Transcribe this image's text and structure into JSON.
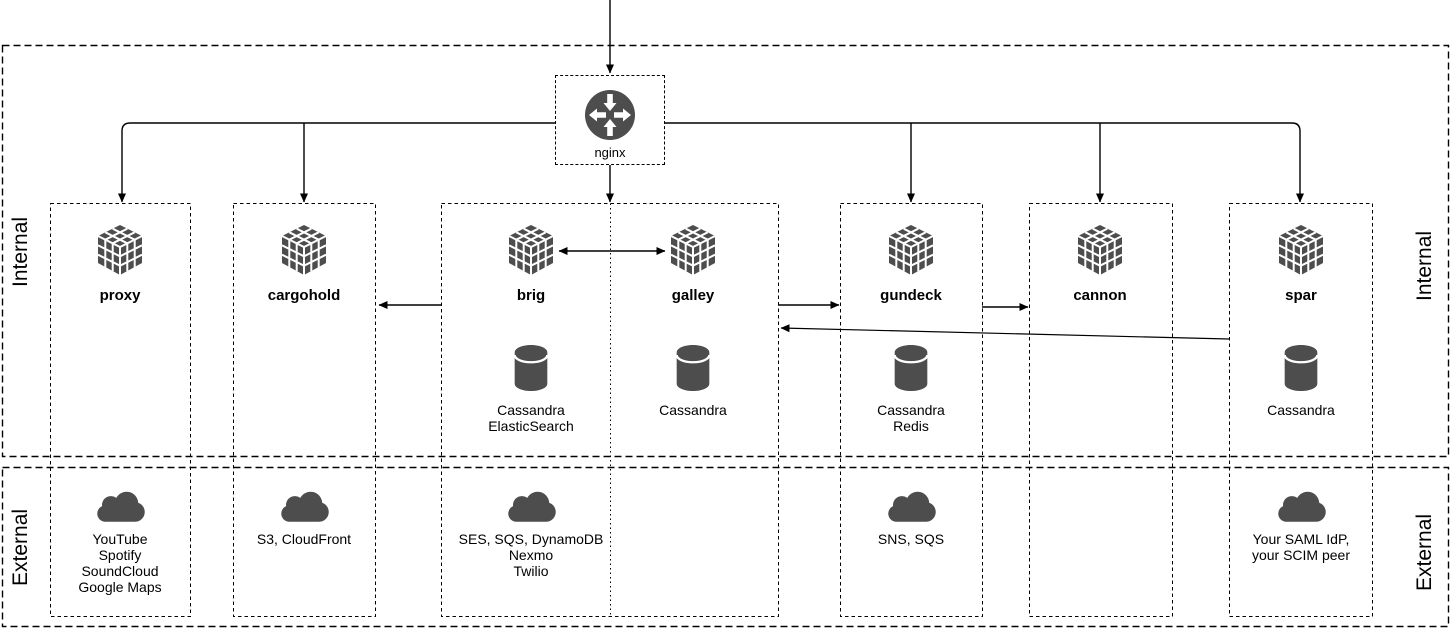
{
  "zones": {
    "internal_label": "Internal",
    "external_label": "External"
  },
  "router": {
    "label": "nginx"
  },
  "services": [
    {
      "name": "proxy",
      "datastores": "",
      "external_deps": "YouTube\nSpotify\nSoundCloud\nGoogle Maps"
    },
    {
      "name": "cargohold",
      "datastores": "",
      "external_deps": "S3, CloudFront"
    },
    {
      "name": "brig",
      "datastores": "Cassandra\nElasticSearch",
      "external_deps": "SES, SQS, DynamoDB\nNexmo\nTwilio"
    },
    {
      "name": "galley",
      "datastores": "Cassandra",
      "external_deps": ""
    },
    {
      "name": "gundeck",
      "datastores": "Cassandra\nRedis",
      "external_deps": "SNS, SQS"
    },
    {
      "name": "cannon",
      "datastores": "",
      "external_deps": ""
    },
    {
      "name": "spar",
      "datastores": "Cassandra",
      "external_deps": "Your SAML IdP,\nyour SCIM peer"
    }
  ],
  "icons": {
    "router": "router-icon",
    "service": "module-cube-icon",
    "datastore": "database-cylinder-icon",
    "external_service": "cloud-icon"
  },
  "colors": {
    "icon_fill": "#4d4d4d",
    "line": "#000000",
    "background": "#ffffff"
  }
}
